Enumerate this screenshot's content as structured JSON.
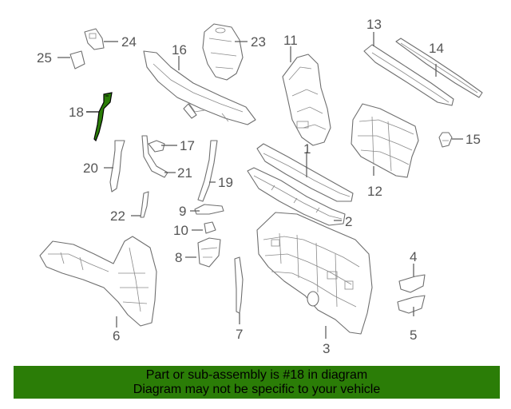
{
  "highlight_color": "#2b7d07",
  "banner": {
    "line1": "Part or sub-assembly is #18 in diagram",
    "line2": "Diagram may not be specific to your vehicle",
    "background": "#2b7d07"
  },
  "callouts": {
    "c1": "1",
    "c2": "2",
    "c3": "3",
    "c4": "4",
    "c5": "5",
    "c6": "6",
    "c7": "7",
    "c8": "8",
    "c9": "9",
    "c10": "10",
    "c11": "11",
    "c12": "12",
    "c13": "13",
    "c14": "14",
    "c15": "15",
    "c16": "16",
    "c17": "17",
    "c18": "18",
    "c19": "19",
    "c20": "20",
    "c21": "21",
    "c22": "22",
    "c23": "23",
    "c24": "24",
    "c25": "25"
  },
  "selected_part": "18"
}
